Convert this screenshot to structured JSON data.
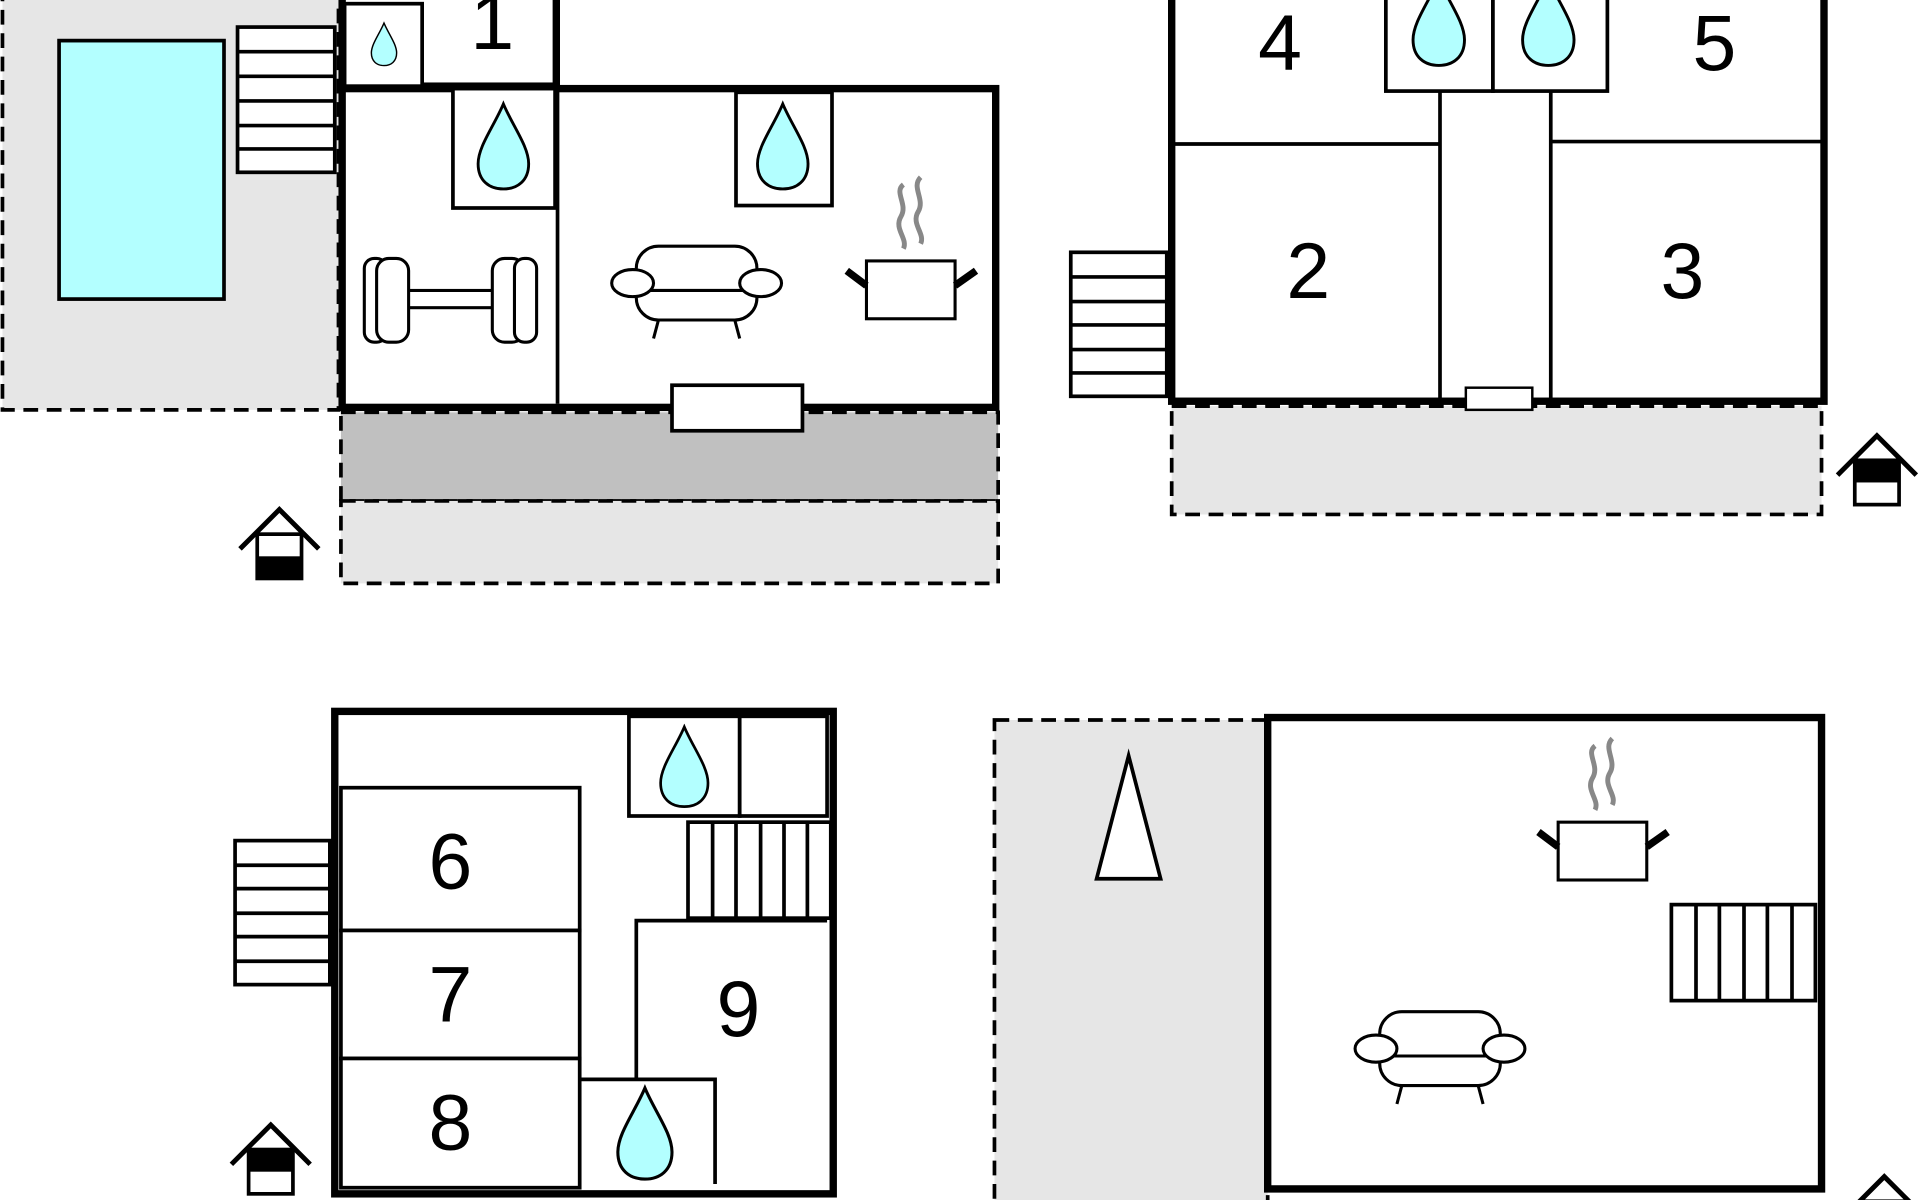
{
  "title": "Floor plan",
  "rooms": {
    "r1": "1",
    "r2": "2",
    "r3": "3",
    "r4": "4",
    "r5": "5",
    "r6": "6",
    "r7": "7",
    "r8": "8",
    "r9": "9"
  },
  "colors": {
    "water": "#b3ffff",
    "terrace_light": "#e6e6e6",
    "terrace_dark": "#c0c0c0",
    "steam": "#888888"
  },
  "icons": [
    "pool",
    "stairs",
    "bathroom-drop-icon",
    "dumbbell-icon",
    "sofa-icon",
    "kitchen-pot-icon",
    "entrance-house-icon",
    "tree-icon"
  ]
}
